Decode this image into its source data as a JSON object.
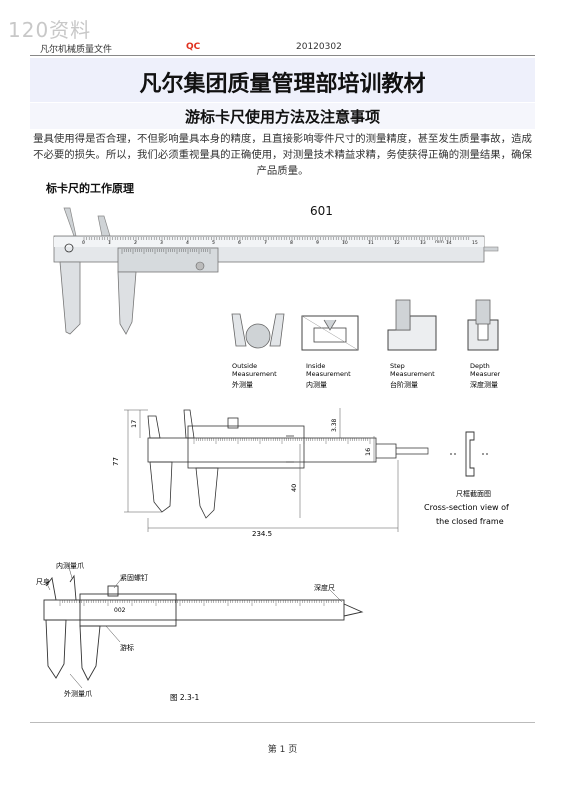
{
  "watermark": "120资料",
  "header": {
    "left": "凡尔机械质量文件",
    "mid": "QC",
    "right": "20120302",
    "mid_color": "#e0301e"
  },
  "title": "凡尔集团质量管理部培训教材",
  "subtitle": "游标卡尺使用方法及注意事项",
  "intro": "量具使用得是否合理，不但影响量具本身的精度，且直接影响零件尺寸的测量精度，甚至发生质量事故，造成不必要的损失。所以，我们必须重视量具的正确使用，对测量技术精益求精，务使获得正确的测量结果，确保产品质量。",
  "section_heading": "标卡尺的工作原理",
  "fig1": {
    "model": "601",
    "scale_numbers": [
      "0",
      "1",
      "2",
      "3",
      "4",
      "5",
      "6",
      "7",
      "8",
      "9",
      "10",
      "11",
      "12",
      "13",
      "14",
      "15"
    ],
    "unit_tag": "mm",
    "modes": [
      {
        "en1": "Outside",
        "en2": "Measurement",
        "zh": "外测量"
      },
      {
        "en1": "Inside",
        "en2": "Measurement",
        "zh": "内测量"
      },
      {
        "en1": "Step",
        "en2": "Measurement",
        "zh": "台阶测量"
      },
      {
        "en1": "Depth",
        "en2": "Measurement",
        "zh": "深度测量"
      }
    ]
  },
  "fig2": {
    "dims": {
      "d17": "17",
      "d77": "77",
      "d40": "40",
      "d3_38": "3.38",
      "d16": "16",
      "d234_5": "234.5"
    },
    "cross_zh": "尺框截面图",
    "cross_en1": "Cross-section view of",
    "cross_en2": "the closed frame"
  },
  "fig3": {
    "inner_jaw": "内测量爪",
    "ruler_body": "尺身",
    "lock_screw": "紧固螺钉",
    "depth_rod": "深度尺",
    "vernier": "游标",
    "outer_jaw": "外测量爪",
    "caption": "图  2.3-1",
    "scale_tag": "002"
  },
  "footer": "第 1 页"
}
